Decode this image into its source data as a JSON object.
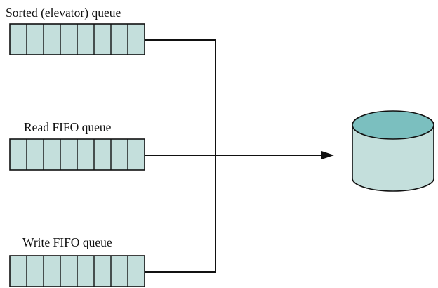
{
  "diagram": {
    "title": "",
    "queues": [
      {
        "label": "Sorted (elevator) queue",
        "slots": 8
      },
      {
        "label": "Read FIFO queue",
        "slots": 8
      },
      {
        "label": "Write FIFO queue",
        "slots": 8
      }
    ],
    "disk": {
      "icon": "disk-cylinder-icon"
    },
    "colors": {
      "queue_fill": "#c4dfdc",
      "disk_body": "#c4dfdc",
      "disk_top": "#7bbfbf",
      "stroke": "#111111"
    }
  }
}
